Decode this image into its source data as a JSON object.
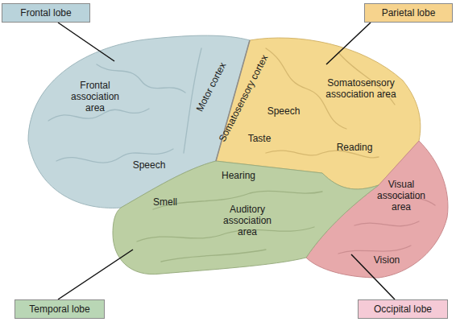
{
  "diagram": {
    "nodes": [
      {
        "text": [
          "Frontal lobe"
        ]
      },
      {
        "text": [
          "Parietal lobe"
        ]
      },
      {
        "text": [
          "Temporal lobe"
        ]
      },
      {
        "text": [
          "Occipital lobe"
        ]
      }
    ],
    "labels": [
      "Frontal association area",
      "Motor cortex",
      "Somatosensory cortex",
      "Speech",
      "Taste",
      "Somatosensory association area",
      "Reading",
      "Speech",
      "Hearing",
      "Smell",
      "Auditory association area",
      "Visual association area",
      "Vision"
    ]
  }
}
